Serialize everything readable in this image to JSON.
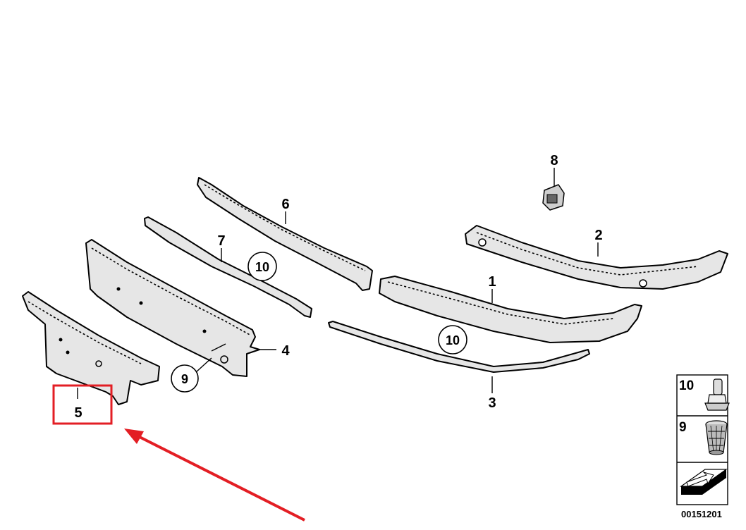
{
  "callouts": {
    "p1": "1",
    "p2": "2",
    "p3": "3",
    "p4": "4",
    "p5": "5",
    "p6": "6",
    "p7": "7",
    "p8": "8",
    "p9": "9",
    "p10a": "10",
    "p10b": "10"
  },
  "legend": {
    "item10": "10",
    "item9": "9"
  },
  "diagram_code": "00151201",
  "colors": {
    "highlight": "#e31e24",
    "line": "#000000",
    "part_fill": "#e6e6e6"
  }
}
